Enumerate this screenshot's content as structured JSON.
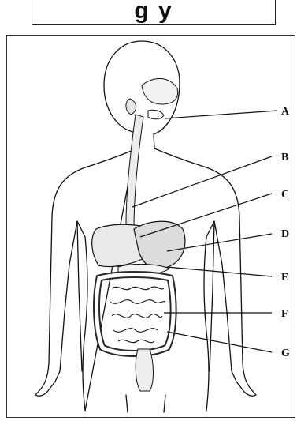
{
  "header": {
    "title_fragment": "g          y"
  },
  "diagram": {
    "labels": [
      "A",
      "B",
      "C",
      "D",
      "E",
      "F",
      "G"
    ]
  }
}
